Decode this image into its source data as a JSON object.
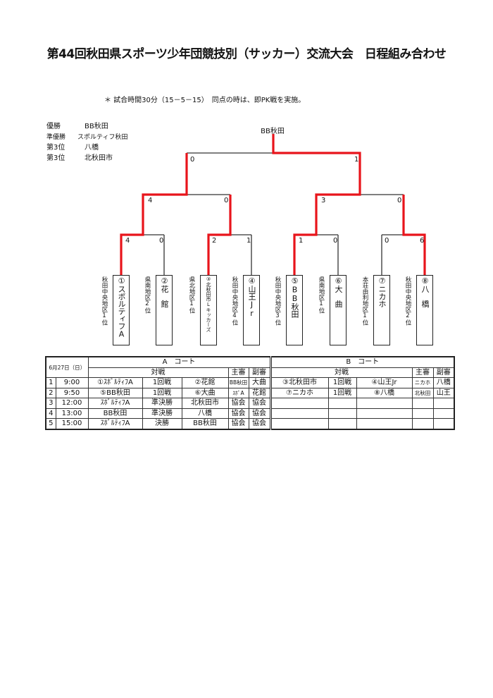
{
  "title": "第44回秋田県スポーツ少年団競技別（サッカー）交流大会　日程組み合わせ",
  "note": "＊ 試合時間30分（15－5－15）　同点の時は、即PK戦を実施。",
  "results": [
    {
      "label": "優勝",
      "team": "BB秋田"
    },
    {
      "label": "準優勝",
      "team": "スポルティフ秋田"
    },
    {
      "label": "第3位",
      "team": "八橋"
    },
    {
      "label": "第3位",
      "team": "北秋田市"
    }
  ],
  "bracket": {
    "champion": "BB秋田",
    "final_scores": [
      "0",
      "1"
    ],
    "semi_scores": [
      "4",
      "0",
      "3",
      "0"
    ],
    "r1_scores": [
      "4",
      "0",
      "2",
      "1",
      "1",
      "0",
      "0",
      "6"
    ],
    "teams": [
      {
        "name": "①スポルティフA",
        "district": "秋田中央地区1位"
      },
      {
        "name": "②花　館",
        "district": "県南地区2位"
      },
      {
        "name": "③北秋田市Lキッカーズ",
        "district": "県北地区1位"
      },
      {
        "name": "④山王Jr",
        "district": "秋田中央地区4位"
      },
      {
        "name": "⑤BB秋田",
        "district": "秋田中央地区3位"
      },
      {
        "name": "⑥大　曲",
        "district": "県南地区1位"
      },
      {
        "name": "⑦ニカホ",
        "district": "本荘由利地区1位"
      },
      {
        "name": "⑧八　橋",
        "district": "秋田中央地区2位"
      }
    ],
    "colors": {
      "line": "#333333",
      "winner": "#e8141b"
    }
  },
  "schedule": {
    "date": "6月27日（日）",
    "court_a": "A　コート",
    "court_b": "B　コート",
    "match_header": "対戦",
    "referee": "主審",
    "assistant": "副審",
    "rows": [
      {
        "no": "1",
        "time": "9:00",
        "a": [
          "①ｽﾎﾞﾙﾃｨﾌA",
          "1回戦",
          "②花館",
          "BB秋田",
          "大曲"
        ],
        "b": [
          "③北秋田市",
          "1回戦",
          "④山王Jr",
          "ニカホ",
          "八橋"
        ]
      },
      {
        "no": "2",
        "time": "9:50",
        "a": [
          "⑤BB秋田",
          "1回戦",
          "⑥大曲",
          "ｽﾎﾟA",
          "花館"
        ],
        "b": [
          "⑦ニカホ",
          "1回戦",
          "⑧八橋",
          "北秋田",
          "山王"
        ]
      },
      {
        "no": "3",
        "time": "12:00",
        "a": [
          "ｽﾎﾞﾙﾃｨﾌA",
          "準決勝",
          "北秋田市",
          "協会",
          "協会"
        ],
        "b": [
          "",
          "",
          "",
          "",
          ""
        ]
      },
      {
        "no": "4",
        "time": "13:00",
        "a": [
          "BB秋田",
          "準決勝",
          "八橋",
          "協会",
          "協会"
        ],
        "b": [
          "",
          "",
          "",
          "",
          ""
        ]
      },
      {
        "no": "5",
        "time": "15:00",
        "a": [
          "ｽﾎﾞﾙﾃｨﾌA",
          "決勝",
          "BB秋田",
          "協会",
          "協会"
        ],
        "b": [
          "",
          "",
          "",
          "",
          ""
        ]
      }
    ]
  }
}
